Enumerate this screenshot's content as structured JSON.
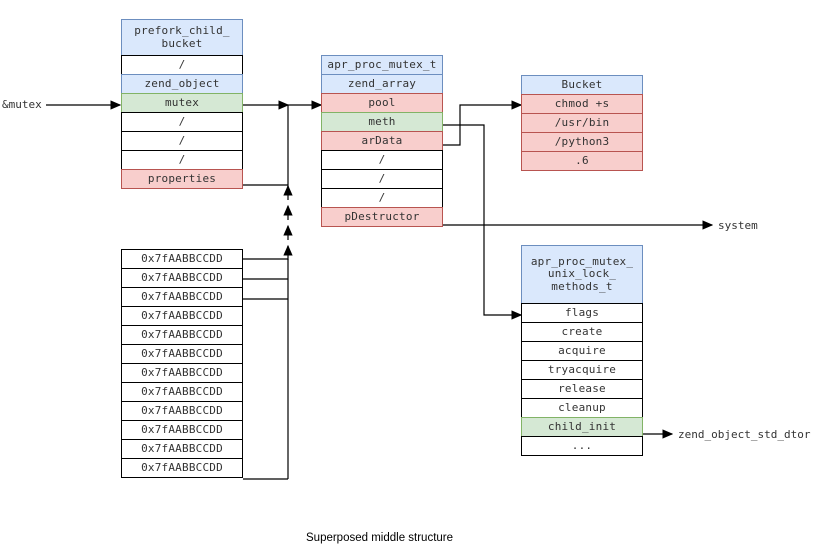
{
  "caption": "Superposed middle structure",
  "colors": {
    "blue_fill": "#dae8fc",
    "blue_stroke": "#6c8ebf",
    "green_fill": "#d5e8d4",
    "green_stroke": "#82b366",
    "red_fill": "#f8cecc",
    "red_stroke": "#b85450",
    "white_fill": "#ffffff",
    "stroke": "#000000",
    "text": "#333333"
  },
  "labels": {
    "mutex_ref": "&mutex",
    "system": "system",
    "zend_object_std_dtor": "zend_object_std_dtor"
  },
  "structs": {
    "prefork_child_bucket": {
      "rows": [
        {
          "text": "prefork_child_\nbucket",
          "color": "blue"
        },
        {
          "text": "/",
          "color": "white"
        },
        {
          "text": "zend_object",
          "color": "blue"
        },
        {
          "text": "mutex",
          "color": "green"
        },
        {
          "text": "/",
          "color": "white"
        },
        {
          "text": "/",
          "color": "white"
        },
        {
          "text": "/",
          "color": "white"
        },
        {
          "text": "properties",
          "color": "red"
        }
      ]
    },
    "apr_proc_mutex_t": {
      "rows": [
        {
          "text": "apr_proc_mutex_t",
          "color": "blue"
        },
        {
          "text": "zend_array",
          "color": "blue"
        },
        {
          "text": "pool",
          "color": "red"
        },
        {
          "text": "meth",
          "color": "green"
        },
        {
          "text": "arData",
          "color": "red"
        },
        {
          "text": "/",
          "color": "white"
        },
        {
          "text": "/",
          "color": "white"
        },
        {
          "text": "/",
          "color": "white"
        },
        {
          "text": "pDestructor",
          "color": "red"
        }
      ]
    },
    "bucket": {
      "rows": [
        {
          "text": "Bucket",
          "color": "blue"
        },
        {
          "text": "chmod +s",
          "color": "red"
        },
        {
          "text": "/usr/bin",
          "color": "red"
        },
        {
          "text": "/python3",
          "color": "red"
        },
        {
          "text": ".6",
          "color": "red"
        }
      ]
    },
    "unix_lock_methods": {
      "rows": [
        {
          "text": "apr_proc_mutex_\nunix_lock_\nmethods_t",
          "color": "blue"
        },
        {
          "text": "flags",
          "color": "white"
        },
        {
          "text": "create",
          "color": "white"
        },
        {
          "text": "acquire",
          "color": "white"
        },
        {
          "text": "tryacquire",
          "color": "white"
        },
        {
          "text": "release",
          "color": "white"
        },
        {
          "text": "cleanup",
          "color": "white"
        },
        {
          "text": "child_init",
          "color": "green"
        },
        {
          "text": "...",
          "color": "white"
        }
      ]
    },
    "address_list": {
      "rows": [
        {
          "text": "0x7fAABBCCDD",
          "color": "white"
        },
        {
          "text": "0x7fAABBCCDD",
          "color": "white"
        },
        {
          "text": "0x7fAABBCCDD",
          "color": "white"
        },
        {
          "text": "0x7fAABBCCDD",
          "color": "white"
        },
        {
          "text": "0x7fAABBCCDD",
          "color": "white"
        },
        {
          "text": "0x7fAABBCCDD",
          "color": "white"
        },
        {
          "text": "0x7fAABBCCDD",
          "color": "white"
        },
        {
          "text": "0x7fAABBCCDD",
          "color": "white"
        },
        {
          "text": "0x7fAABBCCDD",
          "color": "white"
        },
        {
          "text": "0x7fAABBCCDD",
          "color": "white"
        },
        {
          "text": "0x7fAABBCCDD",
          "color": "white"
        },
        {
          "text": "0x7fAABBCCDD",
          "color": "white"
        }
      ]
    }
  }
}
